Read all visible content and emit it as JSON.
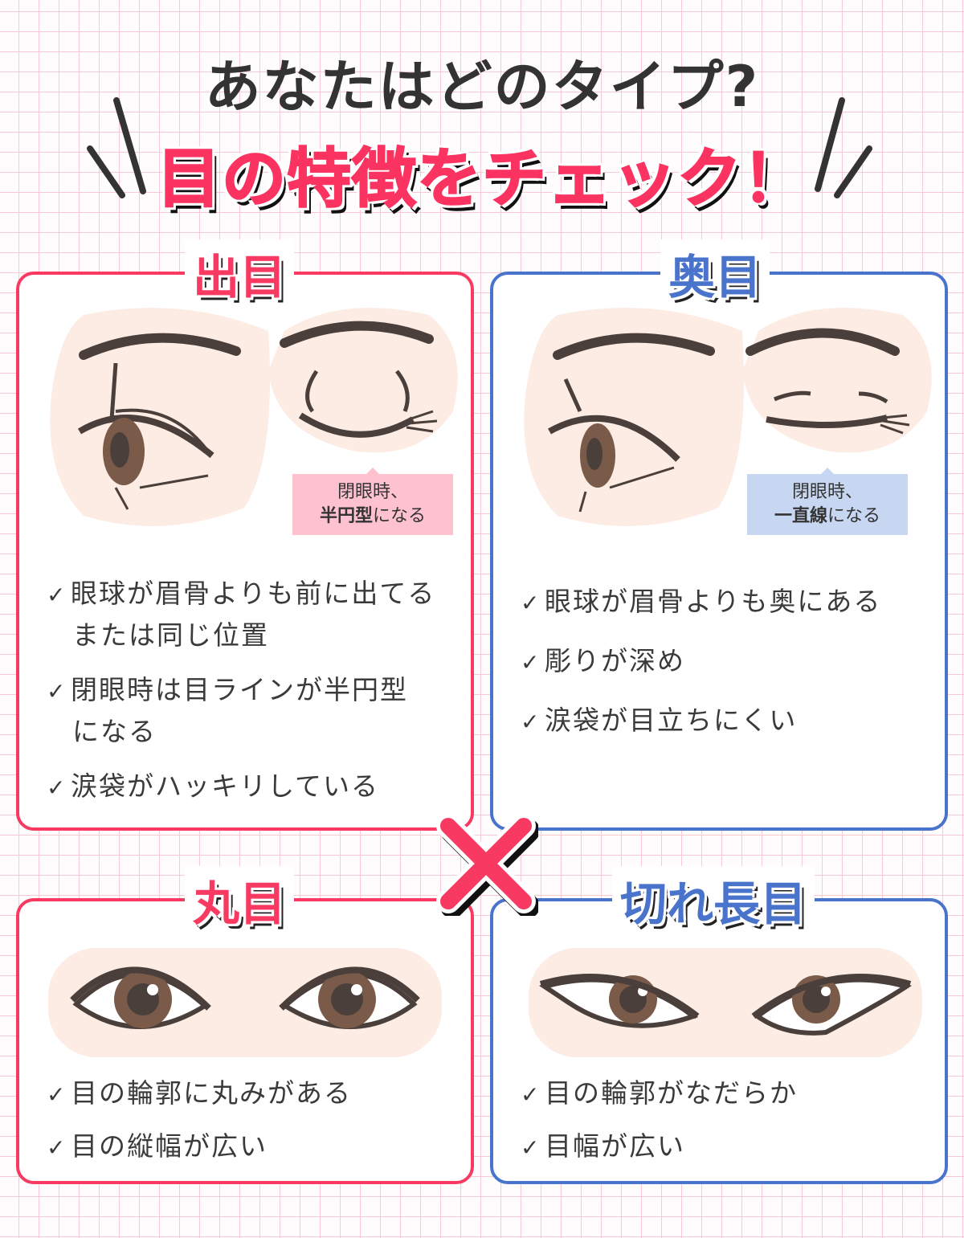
{
  "title": {
    "line1": "あなたはどのタイプ?",
    "line2": "目の特徴をチェック！"
  },
  "colors": {
    "pink": "#f83a63",
    "blue": "#4a73cc",
    "skin": "#fcece4",
    "brown": "#4a3f3a",
    "iris": "#7a5a48"
  },
  "cards": [
    {
      "label": "出目",
      "note_line1": "閉眼時、",
      "note_bold": "半円型",
      "note_rest": "になる",
      "checks": [
        "眼球が眉骨よりも前に出てる",
        "または同じ位置",
        "閉眼時は目ラインが半円型",
        "になる",
        "涙袋がハッキリしている"
      ]
    },
    {
      "label": "奥目",
      "note_line1": "閉眼時、",
      "note_bold": "一直線",
      "note_rest": "になる",
      "checks": [
        "眼球が眉骨よりも奥にある",
        "彫りが深め",
        "涙袋が目立ちにくい"
      ]
    },
    {
      "label": "丸目",
      "checks": [
        "目の輪郭に丸みがある",
        "目の縦幅が広い"
      ]
    },
    {
      "label": "切れ長目",
      "checks": [
        "目の輪郭がなだらか",
        "目幅が広い"
      ]
    }
  ],
  "check_mark": "✓"
}
